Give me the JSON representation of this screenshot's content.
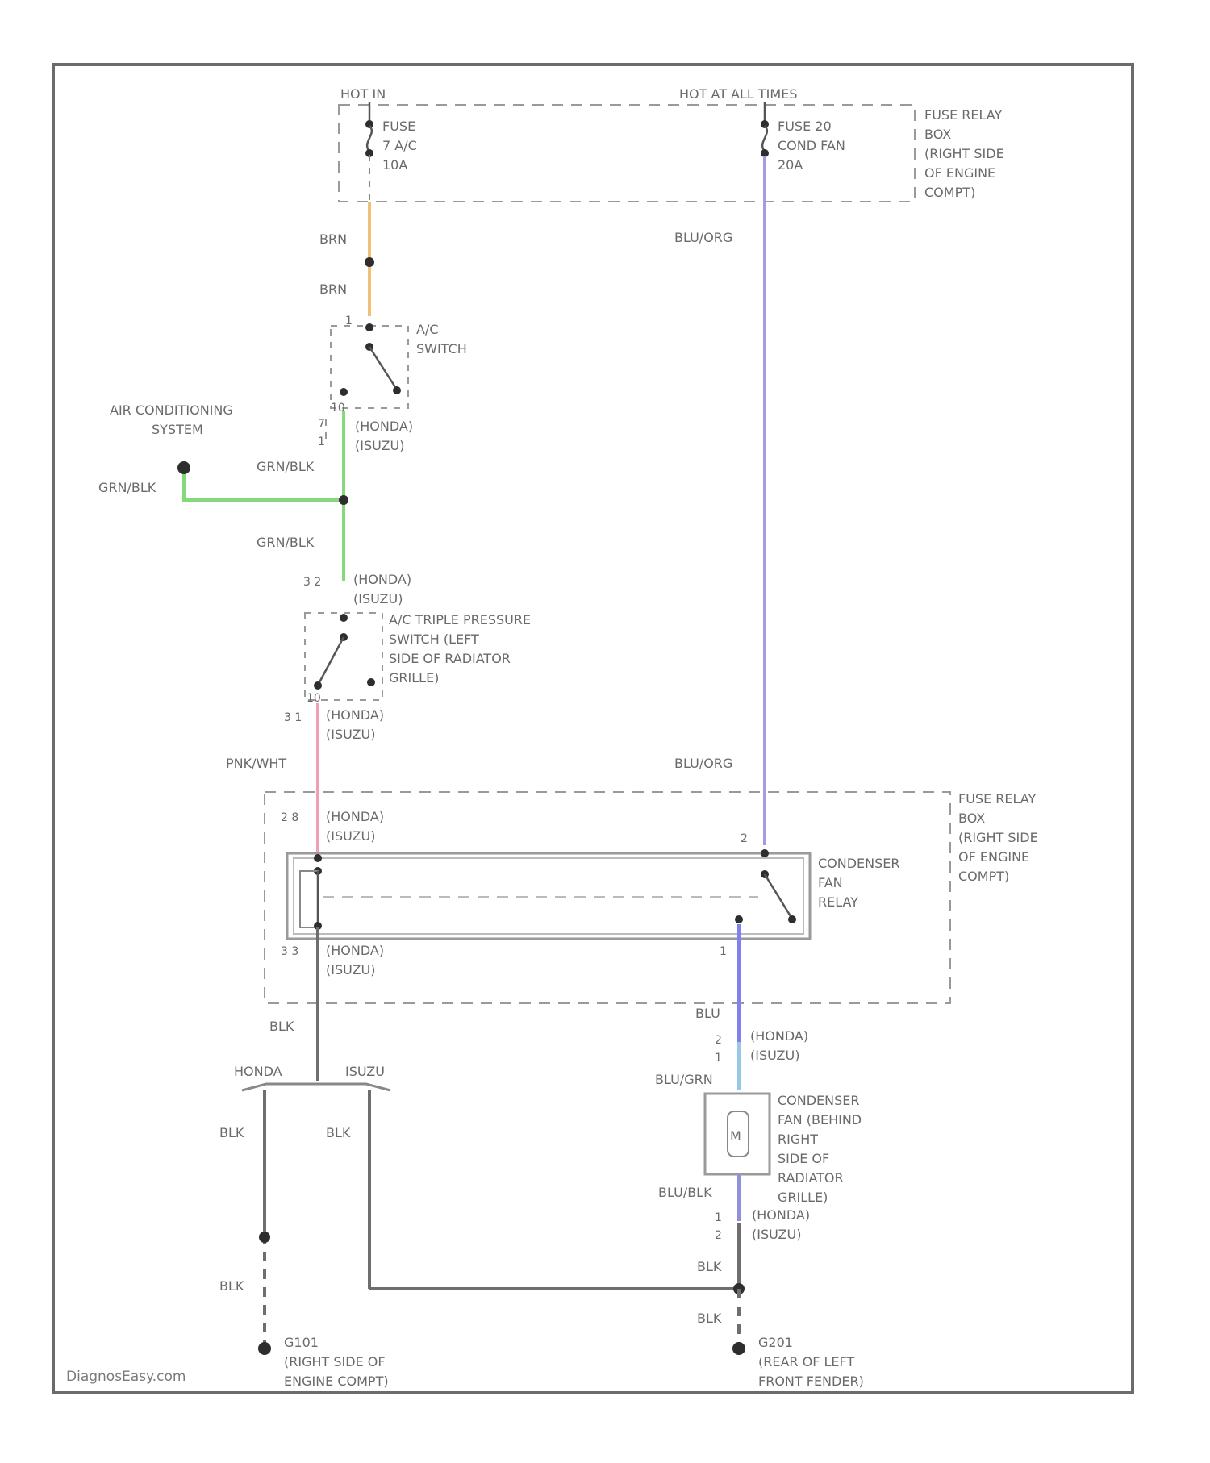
{
  "colors": {
    "brn": "#f0c078",
    "grn_blk": "#86d97a",
    "pnk_wht": "#f0a0b4",
    "blu_org": "#a49ae6",
    "blu": "#8080f0",
    "blu_grn": "#98c8e6",
    "blu_blk": "#9090dc",
    "blk": "#6e6e6e"
  },
  "power": {
    "hot_in": "HOT IN",
    "hot_at_all_times": "HOT AT ALL TIMES"
  },
  "fuses": {
    "fuse_ac": [
      "FUSE",
      "7 A/C",
      "10A"
    ],
    "fuse_cond_fan": [
      "FUSE 20",
      "COND FAN",
      "20A"
    ]
  },
  "fuse_relay_box_top": [
    "FUSE RELAY",
    "BOX",
    "(RIGHT SIDE",
    "OF ENGINE",
    "COMPT)"
  ],
  "fuse_relay_box_bottom": [
    "FUSE RELAY",
    "BOX",
    "(RIGHT SIDE",
    "OF ENGINE",
    "COMPT)"
  ],
  "wires": {
    "brn_1": "BRN",
    "brn_2": "BRN",
    "blu_org_top": "BLU/ORG",
    "blu_org_bottom": "BLU/ORG",
    "grn_blk_1": "GRN/BLK",
    "grn_blk_2": "GRN/BLK",
    "grn_blk_3": "GRN/BLK",
    "pnk_wht": "PNK/WHT",
    "blu": "BLU",
    "blu_grn": "BLU/GRN",
    "blu_blk": "BLU/BLK",
    "blk_1": "BLK",
    "blk_2": "BLK",
    "blk_3": "BLK",
    "blk_4": "BLK",
    "blk_5": "BLK",
    "blk_6": "BLK"
  },
  "ac_switch": [
    "A/C",
    "SWITCH"
  ],
  "ac_system": [
    "AIR CONDITIONING",
    "SYSTEM"
  ],
  "triple_switch": [
    "A/C TRIPLE PRESSURE",
    "SWITCH (LEFT",
    "SIDE OF RADIATOR",
    "GRILLE)"
  ],
  "condenser_relay": [
    "CONDENSER",
    "FAN",
    "RELAY"
  ],
  "condenser_motor": [
    "CONDENSER",
    "FAN (BEHIND",
    "RIGHT",
    "SIDE OF",
    "RADIATOR",
    "GRILLE)"
  ],
  "motor_symbol": "M",
  "make_tags": {
    "honda_isuzu_1": [
      "(HONDA)",
      "(ISUZU)"
    ],
    "honda_isuzu_2": [
      "(HONDA)",
      "(ISUZU)"
    ],
    "honda_isuzu_3": [
      "(HONDA)",
      "(ISUZU)"
    ],
    "honda_isuzu_4": [
      "(HONDA)",
      "(ISUZU)"
    ],
    "honda_isuzu_5": [
      "(HONDA)",
      "(ISUZU)"
    ],
    "honda_isuzu_6": [
      "(HONDA)",
      "(ISUZU)"
    ],
    "honda_isuzu_7": [
      "(HONDA)",
      "(ISUZU)"
    ],
    "honda": "HONDA",
    "isuzu": "ISUZU"
  },
  "pins": {
    "ac_sw_in": "1",
    "ac_sw_out_a": "10",
    "ac_sw_out_b": "7",
    "ac_sw_out_c": "1",
    "tri_in": "3  2",
    "tri_out": "3  1",
    "relay_coil_in": "2  8",
    "relay_coil_out": "3  3",
    "relay_sw_in": "2",
    "relay_sw_out": "1",
    "motor_in_a": "2",
    "motor_in_b": "1",
    "motor_out_a": "1",
    "motor_out_b": "2"
  },
  "grounds": {
    "g101": [
      "G101",
      "(RIGHT SIDE OF",
      "ENGINE COMPT)"
    ],
    "g201": [
      "G201",
      "(REAR OF LEFT",
      "FRONT FENDER)"
    ]
  },
  "watermark": "DiagnosEasy.com"
}
